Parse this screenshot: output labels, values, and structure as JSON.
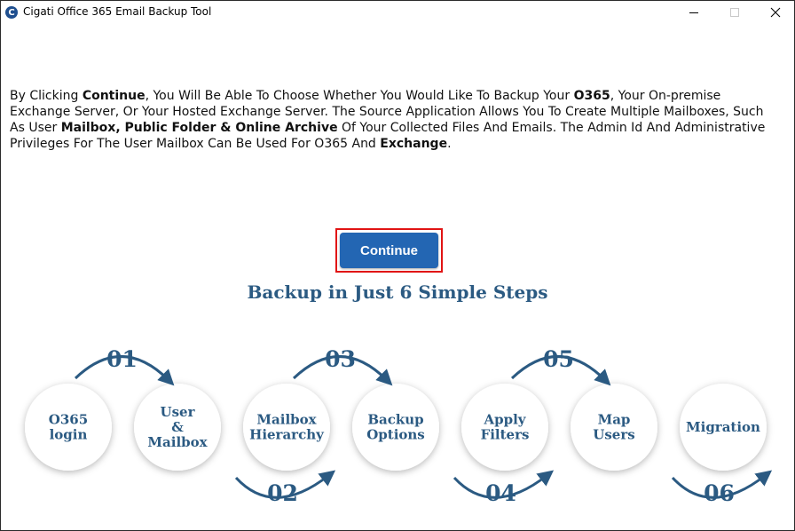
{
  "window": {
    "title": "Cigati Office 365 Email Backup Tool",
    "icon": "cigati-logo-icon",
    "controls": [
      "minimize-icon",
      "maximize-icon",
      "close-icon"
    ]
  },
  "intro": {
    "parts": [
      "By Clicking ",
      "Continue",
      ", You Will Be Able To Choose Whether You Would Like To Backup Your ",
      "O365",
      ", Your On-premise Exchange Server, Or Your Hosted Exchange Server. The Source Application Allows You To Create Multiple Mailboxes, Such As User ",
      "Mailbox, Public Folder & Online Archive",
      " Of Your Collected Files And Emails. The Admin Id And Administrative Privileges For The User Mailbox Can Be Used For O365 And ",
      "Exchange",
      "."
    ]
  },
  "continue_label": "Continue",
  "steps_heading": "Backup in Just 6 Simple Steps",
  "steps": [
    {
      "lines": [
        "O365",
        "login"
      ]
    },
    {
      "lines": [
        "User",
        "&",
        "Mailbox"
      ]
    },
    {
      "lines": [
        "Mailbox",
        "Hierarchy"
      ]
    },
    {
      "lines": [
        "Backup",
        "Options"
      ]
    },
    {
      "lines": [
        "Apply",
        "Filters"
      ]
    },
    {
      "lines": [
        "Map",
        "Users"
      ]
    },
    {
      "lines": [
        "Migration"
      ]
    }
  ],
  "step_numbers": [
    "01",
    "02",
    "03",
    "04",
    "05",
    "06"
  ],
  "colors": {
    "accent": "#2366b3",
    "step_text": "#2b5a82",
    "highlight": "#e11414"
  }
}
